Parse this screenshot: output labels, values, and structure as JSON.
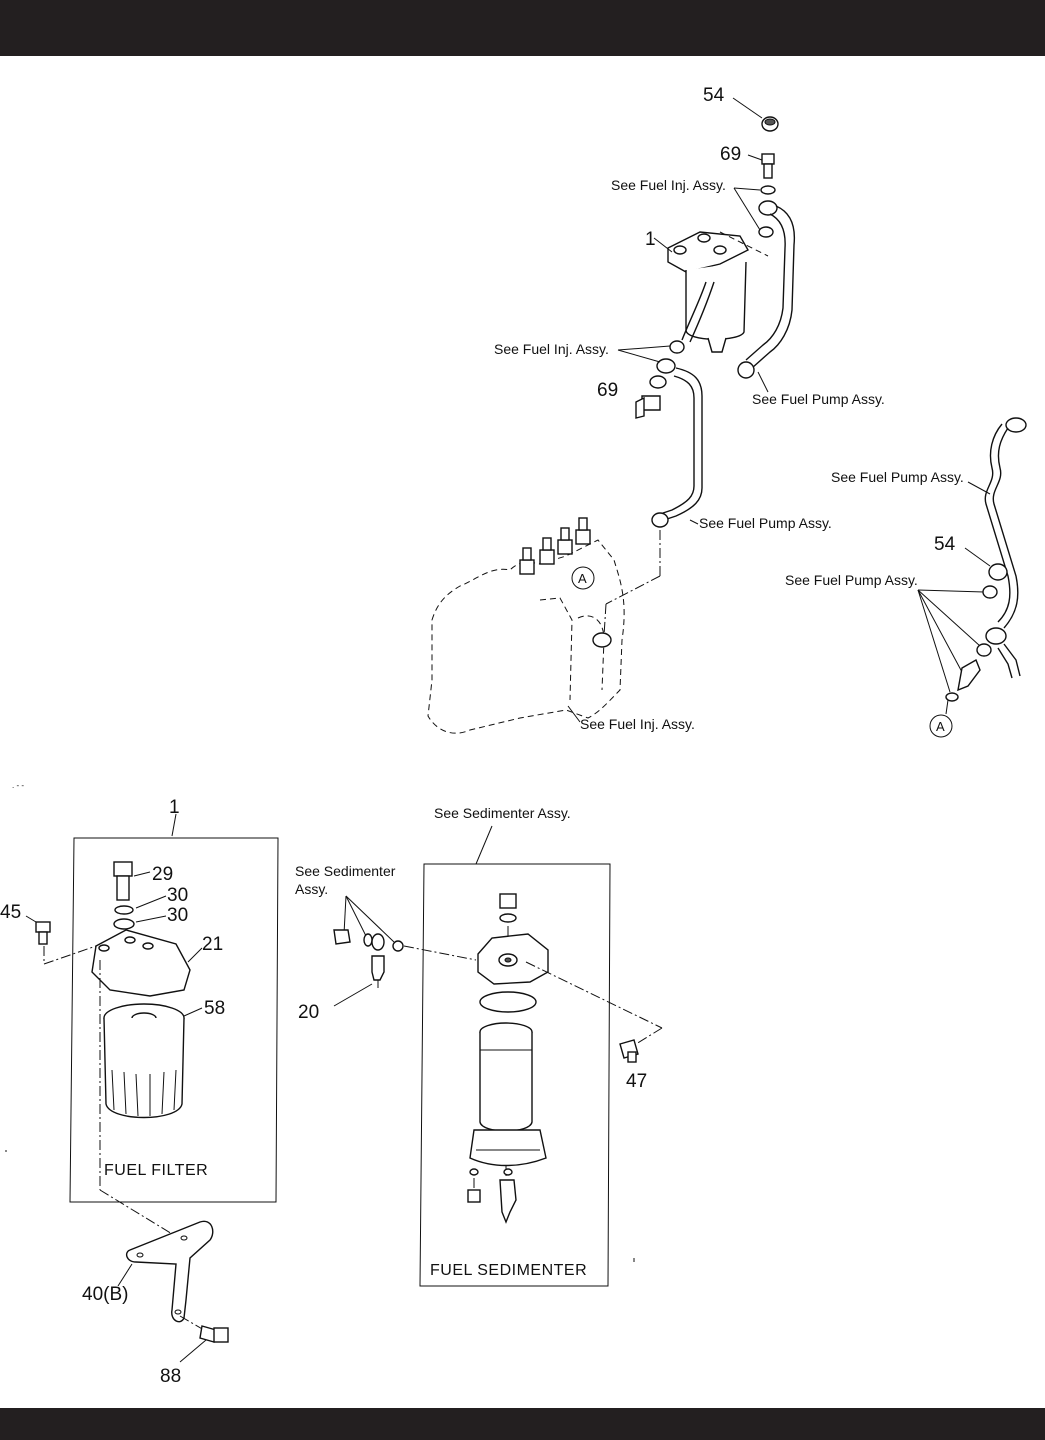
{
  "callouts": {
    "c54_top": "54",
    "c69_top": "69",
    "c1_top": "1",
    "c69_mid": "69",
    "c54_right": "54",
    "c1_filter": "1",
    "c29": "29",
    "c30a": "30",
    "c30b": "30",
    "c45": "45",
    "c21": "21",
    "c58": "58",
    "c40b": "40(B)",
    "c88": "88",
    "c20": "20",
    "c47": "47"
  },
  "circle_refs": {
    "a_pump": "A",
    "a_right": "A"
  },
  "references": {
    "fuel_inj_1": "See Fuel Inj. Assy.",
    "fuel_inj_2": "See Fuel Inj. Assy.",
    "fuel_inj_3": "See Fuel Inj. Assy.",
    "fuel_pump_1": "See Fuel Pump Assy.",
    "fuel_pump_2": "See Fuel Pump Assy.",
    "fuel_pump_3": "See Fuel Pump Assy.",
    "fuel_pump_4": "See Fuel Pump Assy.",
    "sedimenter_top": "See Sedimenter Assy.",
    "sedimenter_left_line1": "See Sedimenter",
    "sedimenter_left_line2": "Assy."
  },
  "boxes": {
    "fuel_filter": "FUEL  FILTER",
    "fuel_sedimenter": "FUEL  SEDIMENTER"
  },
  "colors": {
    "header_bar": "#231f20",
    "footer_bar": "#231f20",
    "line": "#111111",
    "background": "#ffffff"
  }
}
